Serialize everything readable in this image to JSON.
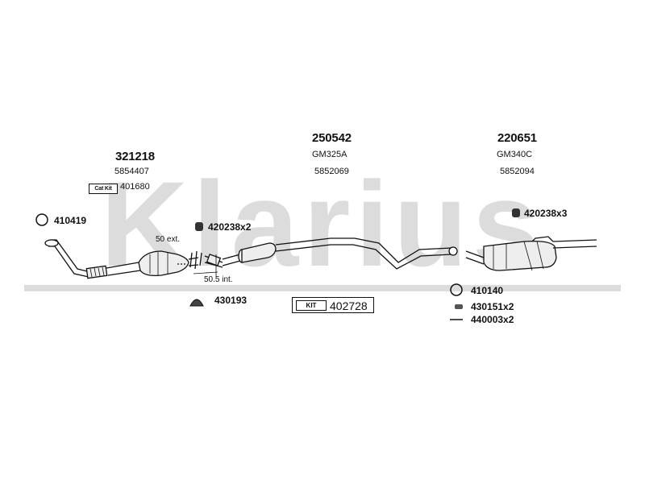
{
  "watermark": {
    "text": "Klarius",
    "color": "#d9d9d9"
  },
  "parts": {
    "front_pipe": {
      "number": "321218",
      "oe_code": "5854407",
      "catkit_tag": "Cat Kit",
      "catkit_number": "401680"
    },
    "center_box": {
      "number": "250542",
      "ref": "GM325A",
      "oe_code": "5852069"
    },
    "rear_box": {
      "number": "220651",
      "ref": "GM340C",
      "oe_code": "5852094"
    }
  },
  "fittings": {
    "ring_front": "410419",
    "clamp_center": "420238x2",
    "clamp_rear": "420238x3",
    "mount_center": "430193",
    "ring_rear": "410140",
    "rubber_rear": "430151x2",
    "bolt_rear": "440003x2"
  },
  "dimensions": {
    "ext": "50 ext.",
    "int": "50.5 int."
  },
  "kit": {
    "tag": "KIT",
    "number": "402728"
  },
  "colors": {
    "line": "#111111",
    "watermark": "#d9d9d9",
    "part_fill": "#eeeeee"
  }
}
